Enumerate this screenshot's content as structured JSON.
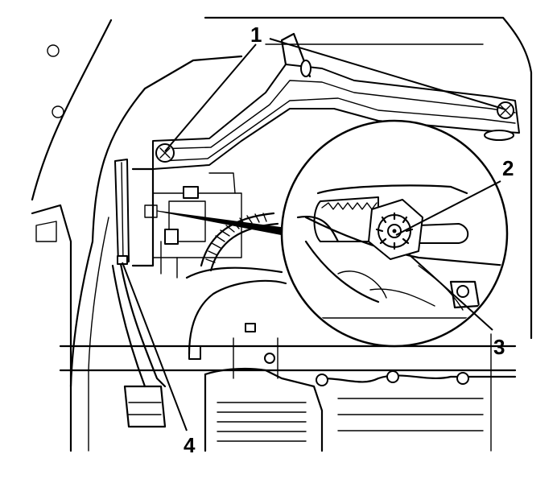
{
  "callouts": [
    {
      "id": "c1",
      "label": "1"
    },
    {
      "id": "c2",
      "label": "2"
    },
    {
      "id": "c3",
      "label": "3"
    },
    {
      "id": "c4",
      "label": "4"
    }
  ]
}
